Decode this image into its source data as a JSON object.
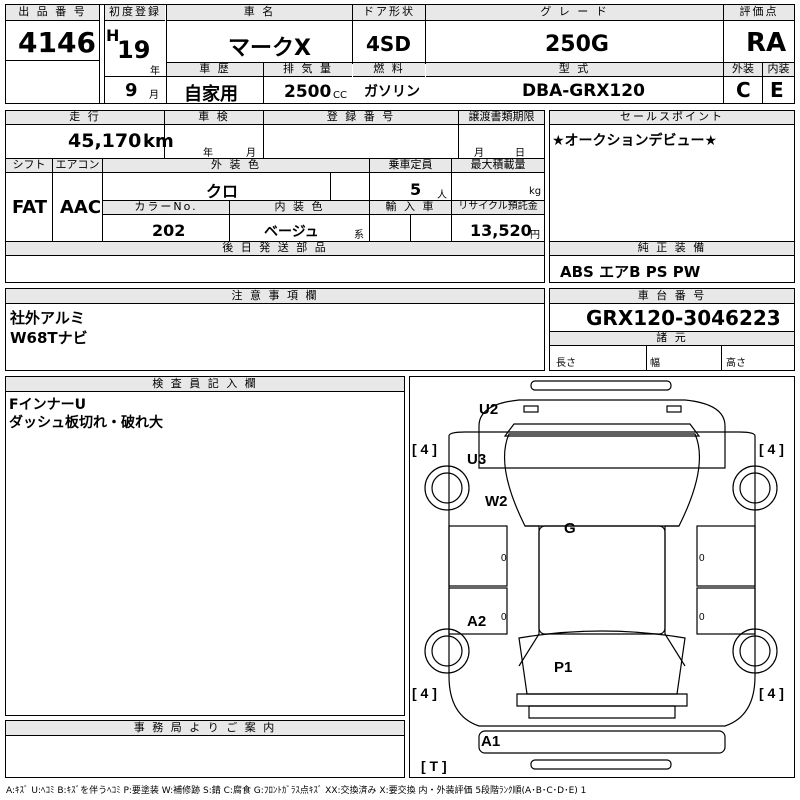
{
  "top": {
    "lot_label": "出 品 番 号",
    "lot_no": "4146",
    "reg_label": "初度登録",
    "era": "H",
    "year": "19",
    "year_unit": "年",
    "month": "9",
    "month_unit": "月",
    "car_name_label": "車 名",
    "car_name": "マークX",
    "door_label": "ドア形状",
    "door": "4SD",
    "grade_label": "グ レ ー ド",
    "grade": "250G",
    "score_label": "評価点",
    "score": "RA",
    "history_label": "車 歴",
    "history": "自家用",
    "disp_label": "排 気 量",
    "disp": "2500",
    "disp_unit": "CC",
    "fuel_label": "燃 料",
    "fuel": "ガソリン",
    "model_label": "型 式",
    "model": "DBA-GRX120",
    "ext_label": "外装",
    "ext": "C",
    "int_label": "内装",
    "int": "E"
  },
  "mid": {
    "mileage_label": "走 行",
    "mileage": "45,170",
    "mileage_unit": "km",
    "inspect_label": "車 検",
    "inspect_year": "年",
    "inspect_month": "月",
    "regno_label": "登 録 番 号",
    "transfer_label": "譲渡書類期限",
    "transfer_month": "月",
    "transfer_day": "日",
    "sales_label": "セールスポイント",
    "sales_point": "★オークションデビュー★",
    "shift_label": "シフト",
    "shift": "FAT",
    "ac_label": "エアコン",
    "ac": "AAC",
    "color_label": "外 装 色",
    "color": "クロ",
    "cap_label": "乗車定員",
    "cap": "5",
    "cap_unit": "人",
    "load_label": "最大積載量",
    "load_unit": "kg",
    "colorno_label": "カラーNo.",
    "colorno": "202",
    "intcolor_label": "内 装 色",
    "intcolor": "ベージュ",
    "intcolor_unit": "系",
    "import_label": "輸 入 車",
    "recycle_label": "リサイクル預託金",
    "recycle": "13,520",
    "recycle_unit": "円",
    "later_label": "後 日 発 送 部 品",
    "equip_label": "純 正 装 備",
    "equip": "ABS エアB PS PW"
  },
  "notes": {
    "caution_label": "注 意 事 項 欄",
    "caution_lines": [
      "社外アルミ",
      "W68Tナビ"
    ],
    "chassis_label": "車 台 番 号",
    "chassis": "GRX120-3046223",
    "spec_label": "諸 元",
    "len_label": "長さ",
    "width_label": "幅",
    "height_label": "高さ"
  },
  "inspector": {
    "label": "検 査 員 記 入 欄",
    "lines": [
      "FインナーU",
      "ダッシュ板切れ・破れ大"
    ]
  },
  "office": {
    "label": "事 務 局 よ り ご 案 内"
  },
  "diagram": {
    "marks": [
      "U2",
      "U3",
      "W2",
      "G",
      "A2",
      "P1",
      "A1"
    ],
    "tires": [
      "[ 4 ]",
      "[ 4 ]",
      "[ 4 ]",
      "[ 4 ]"
    ],
    "spare": "[ T ]",
    "zeros": [
      "0",
      "0",
      "0",
      "0"
    ]
  },
  "legend": "A:ｷｽﾞ U:ﾍｺﾐ B:ｷｽﾞを伴うﾍｺﾐ P:要塗装 W:補修跡 S:錆 C:腐食 G:ﾌﾛﾝﾄｶﾞﾗｽ点ｷｽﾞ XX:交換済み X:要交換 内・外装評価 5段階ﾗﾝｸ順(A･B･C･D･E) 1"
}
